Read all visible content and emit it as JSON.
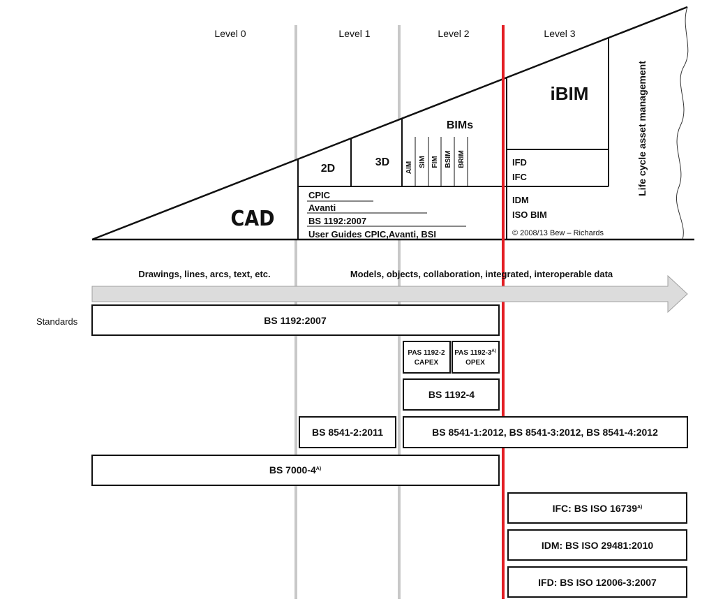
{
  "levels": [
    "Level 0",
    "Level 1",
    "Level 2",
    "Level 3"
  ],
  "triangle": {
    "cad": "CAD",
    "twod": "2D",
    "threed": "3D",
    "bims": "BIMs",
    "bim_variants": [
      "AIM",
      "SIM",
      "FIM",
      "BSIM",
      "BRIM"
    ],
    "ibim": "iBIM",
    "ifd": "IFD",
    "ifc": "IFC",
    "idm": "IDM",
    "iso_bim": "ISO BIM",
    "copyright": "© 2008/13 Bew – Richards",
    "lifecycle": "Life cycle asset management",
    "level1_list": [
      "CPIC",
      "Avanti",
      "BS 1192:2007",
      "User Guides CPIC,Avanti, BSI"
    ]
  },
  "arrow": {
    "left_text": "Drawings, lines, arcs, text, etc.",
    "right_text": "Models, objects, collaboration, integrated, interoperable data"
  },
  "standards": {
    "label": "Standards",
    "bs1192": "BS 1192:2007",
    "pas2_line1": "PAS 1192-2",
    "pas2_line2": "CAPEX",
    "pas3_line1": "PAS 1192-3",
    "pas3_sup": "A)",
    "pas3_line2": "OPEX",
    "bs11924": "BS 1192-4",
    "bs85412": "BS 8541-2:2011",
    "bs8541multi": "BS 8541-1:2012, BS 8541-3:2012, BS 8541-4:2012",
    "bs7000": "BS 7000-4",
    "bs7000_sup": "A)",
    "ifc_iso": "IFC: BS ISO 16739",
    "ifc_iso_sup": "A)",
    "idm_iso": "IDM: BS ISO 29481:2010",
    "ifd_iso": "IFD: BS ISO 12006-3:2007"
  },
  "colors": {
    "level_divider": "#c8c8c8",
    "level3_line": "#e31e24",
    "arrow_fill": "#dcdcdc",
    "arrow_stroke": "#a0a0a0"
  }
}
